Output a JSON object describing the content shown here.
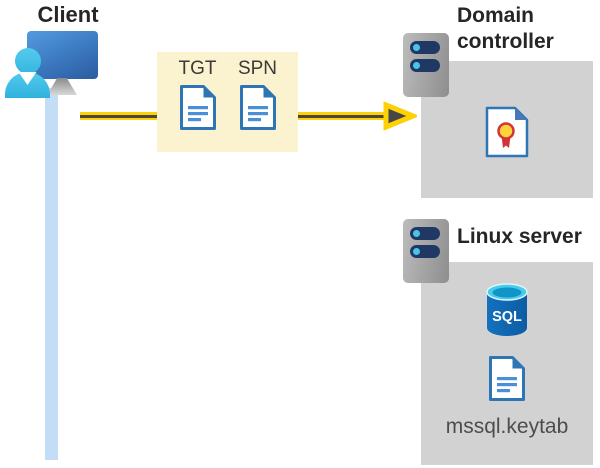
{
  "diagram": {
    "client": {
      "label": "Client"
    },
    "ticket_box": {
      "tgt_label": "TGT",
      "spn_label": "SPN"
    },
    "domain_controller": {
      "title": "Domain controller"
    },
    "linux_server": {
      "title": "Linux server",
      "sql_label": "SQL",
      "keytab_label": "mssql.keytab"
    }
  },
  "colors": {
    "highlight_yellow": "#FBF2CF",
    "arrow_yellow": "#FFD103",
    "arrow_core": "#464646",
    "lifeline_blue": "#C3DDF7",
    "panel_gray": "#D2D2D2",
    "doc_border_blue": "#2E75B6",
    "doc_line_blue": "#4A90D9",
    "server_slot_navy": "#203864",
    "accent_cyan": "#4EC3E8",
    "sql_blue": "#1268B5",
    "sql_top_cyan": "#49CBEA",
    "seal_yellow": "#FFD23B",
    "seal_red": "#D13438",
    "title_color": "#262626",
    "label_gray": "#4D4D4D"
  }
}
